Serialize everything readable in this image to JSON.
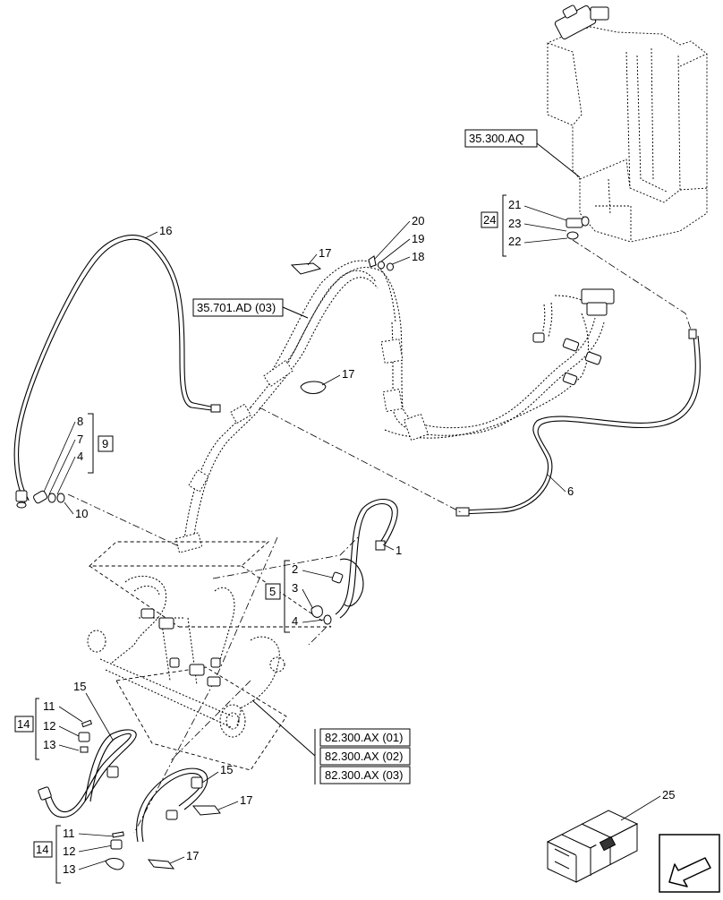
{
  "references": {
    "r35300aq": "35.300.AQ",
    "r35701ad": "35.701.AD (03)",
    "r82300ax01": "82.300.AX (01)",
    "r82300ax02": "82.300.AX (02)",
    "r82300ax03": "82.300.AX (03)"
  },
  "groups": {
    "g24": "24",
    "g9": "9",
    "g5": "5",
    "g14a": "14",
    "g14b": "14"
  },
  "callouts": {
    "c1": "1",
    "c2": "2",
    "c3": "3",
    "c4a": "4",
    "c4b": "4",
    "c6": "6",
    "c7": "7",
    "c8": "8",
    "c10": "10",
    "c11a": "11",
    "c11b": "11",
    "c12a": "12",
    "c12b": "12",
    "c13a": "13",
    "c13b": "13",
    "c15a": "15",
    "c15b": "15",
    "c16": "16",
    "c17a": "17",
    "c17b": "17",
    "c17c": "17",
    "c17d": "17",
    "c18": "18",
    "c19": "19",
    "c20": "20",
    "c21": "21",
    "c22": "22",
    "c23": "23",
    "c25": "25"
  }
}
